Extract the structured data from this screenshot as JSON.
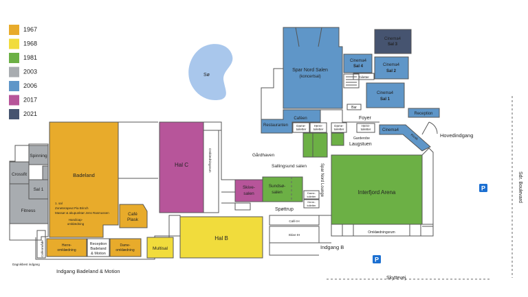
{
  "colors": {
    "y1967": "#e8ab2b",
    "y1968": "#f1dc3c",
    "y1981": "#6cb045",
    "y2003": "#a8acb0",
    "y2006": "#5f96c8",
    "y2017": "#b7559a",
    "y2021": "#465470",
    "lake": "#a9c7ec",
    "parking": "#1b6fd1"
  },
  "legend": [
    {
      "year": "1967",
      "color_key": "y1967"
    },
    {
      "year": "1968",
      "color_key": "y1968"
    },
    {
      "year": "1981",
      "color_key": "y1981"
    },
    {
      "year": "2003",
      "color_key": "y2003"
    },
    {
      "year": "2006",
      "color_key": "y2006"
    },
    {
      "year": "2017",
      "color_key": "y2017"
    },
    {
      "year": "2021",
      "color_key": "y2021"
    }
  ],
  "labels": {
    "soe": "Sø",
    "spar_nord_salen": "Spar Nord Salen",
    "koncertsal": "(koncertsal)",
    "cinema4": "Cinema4",
    "sal3": "Sal 3",
    "sal4": "Sal 4",
    "sal2": "Sal 2",
    "sal1": "Sal 1",
    "toiletter": "Toiletter",
    "bar": "Bar",
    "reception": "Reception",
    "restauranten": "Restauranten",
    "cafeen": "Caféen",
    "dame_toiletter": "Dame-",
    "herre_toiletter": "Herre-",
    "toiletter_short": "toiletter",
    "foyer": "Foyer",
    "cinema4_kiosk_a": "Cinema4",
    "cinema4_kiosk_b": "Kiosk",
    "hovedindgang": "Hovedindgang",
    "garderobe": "Garderobe",
    "laugstuen": "Laugstuen",
    "gaardhaven": "Gårdhaven",
    "sallingsund_salen": "Sallingsund salen",
    "spar_nord_lounge": "Spar Nord Lounge",
    "interfjord_arena": "Interfjord Arena",
    "sdr_boulevard": "Sdr. Boulevard",
    "parking": "P",
    "spinning": "Spinning",
    "crossfit": "Crossfit",
    "sal1_fitness": "Sal 1",
    "fitness": "Fitness",
    "badeland": "Badeland",
    "spa_line1": "1. sal",
    "spa_line2": "Zoneterapeut Pia Brinch",
    "spa_line3": "Massør & akupunktør Jens Rasmussen",
    "handicap_a": "Handicap-",
    "handicap_b": "omklædning",
    "hal_c": "Hal C",
    "omklaedningsrum_vert": "Omklædningsrum",
    "skive_salen_a": "Skive-",
    "skive_salen_b": "salen",
    "sundsoe_salen_a": "Sundsø-",
    "sundsoe_salen_b": "salen",
    "spoettrup": "Spøttrup",
    "cafe_plask_a": "Café",
    "cafe_plask_b": "Plask",
    "multisal": "Multisal",
    "hal_b": "Hal B",
    "cafe_ih": "Café IH",
    "skive_ih": "Skive IH",
    "omklaedningsrum": "Omklædningsrum",
    "indgang_b": "Indgang B",
    "cafeomraade": "Caféområde",
    "herre_omkl_a": "Herre-",
    "herre_omkl_b": "omklædning",
    "reception_bm_a": "Reception",
    "reception_bm_b": "Badeland",
    "reception_bm_c": "& Motion",
    "dame_omkl_a": "Dame-",
    "dame_omkl_b": "omklædning",
    "daginstitution": "Dagnikbest indgang",
    "indgang_badeland": "Indgang Badeland & Motion",
    "skyttevej": "Skyttevej"
  }
}
